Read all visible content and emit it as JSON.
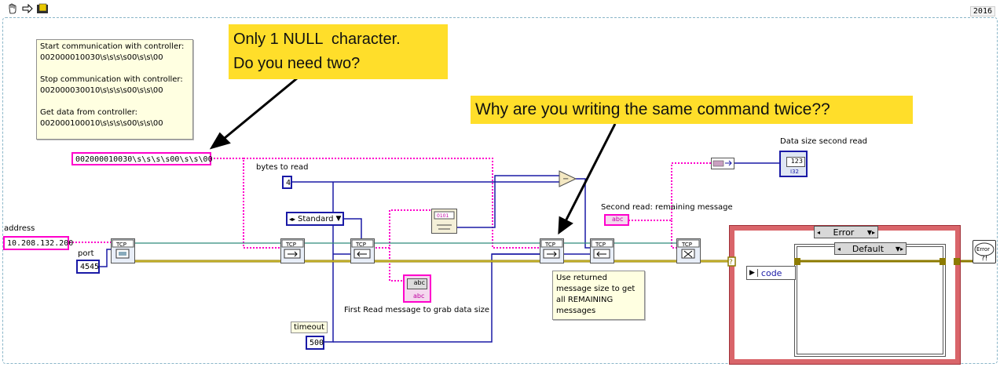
{
  "toolbar": {
    "icons": [
      "hand-icon",
      "arrow-right-icon",
      "run-icon"
    ],
    "version": "2016"
  },
  "notes": {
    "commands": [
      "Start communication with controller:",
      "002000010030\\s\\s\\s\\s00\\s\\s\\00",
      "",
      "Stop communication with controller:",
      "002000030010\\s\\s\\s\\s00\\s\\s\\00",
      "",
      "Get data from controller:",
      "002000100010\\s\\s\\s\\s00\\s\\s\\00"
    ],
    "remaining": [
      "Use returned",
      "message size to get",
      "all REMAINING",
      "messages"
    ]
  },
  "callouts": {
    "null_char": [
      "Only 1 NULL  character.",
      "Do you need two?"
    ],
    "same_command": [
      "Why are you writing the same command twice??"
    ]
  },
  "constants": {
    "command_string": "002000010030\\s\\s\\s\\s00\\s\\s\\00",
    "address_label": "address",
    "address_value": "10.208.132.200",
    "port_label": "port",
    "port_value": "4545",
    "bytes_label": "bytes to read",
    "bytes_value": "4",
    "mode_value": "Standard",
    "timeout_label": "timeout",
    "timeout_value": "500"
  },
  "labels": {
    "first_read": "First Read message to grab data size",
    "second_read": "Second read: remaining message",
    "data_size": "Data size second read",
    "abc": "abc",
    "indicator_123": "123",
    "indicator_i32": "I32"
  },
  "case_structure": {
    "outer_selector": "Error",
    "inner_selector": "Default",
    "code_label": "code"
  },
  "nodes": {
    "tcp": "TCP",
    "error_label": "Error"
  },
  "colors": {
    "string_wire": "#ff00cc",
    "numeric_wire": "#1a1aa6",
    "error_wire": "#b5a200",
    "refnum_wire": "#2e8b7a",
    "callout_bg": "#ffde2a",
    "note_bg": "#ffffe1",
    "case_border": "#d9656a"
  }
}
